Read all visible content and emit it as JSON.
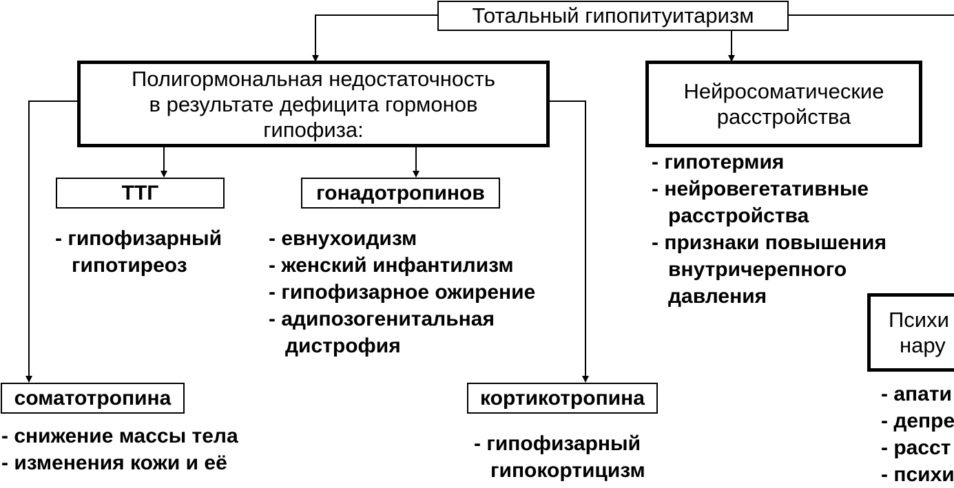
{
  "root": {
    "label": "Тотальный гипопитуитаризм"
  },
  "poly": {
    "lines": [
      "Полигормональная недостаточность",
      "в результате дефицита гормонов",
      "гипофиза:"
    ]
  },
  "neuro": {
    "lines": [
      "Нейросоматические",
      "расстройства"
    ],
    "items": [
      {
        "lines": [
          "гипотермия"
        ]
      },
      {
        "lines": [
          "нейровегетативные",
          "расстройства"
        ]
      },
      {
        "lines": [
          "признаки повышения",
          "внутричерепного",
          "давления"
        ]
      }
    ]
  },
  "psych": {
    "lines": [
      "Психи",
      "нару"
    ],
    "items": [
      "апати",
      "депре",
      "расст",
      "психи"
    ]
  },
  "ttg": {
    "label": "ТТГ",
    "items": [
      {
        "lines": [
          "гипофизарный",
          "гипотиреоз"
        ]
      }
    ]
  },
  "gonad": {
    "label": "гонадотропинов",
    "items": [
      {
        "lines": [
          "евнухоидизм"
        ]
      },
      {
        "lines": [
          "женский инфантилизм"
        ]
      },
      {
        "lines": [
          "гипофизарное ожирение"
        ]
      },
      {
        "lines": [
          "адипозогенитальная",
          "дистрофия"
        ]
      }
    ]
  },
  "somato": {
    "label": "соматотропина",
    "items": [
      "снижение массы тела",
      "изменения кожи и её"
    ]
  },
  "cortico": {
    "label": "кортикотропина",
    "items": [
      {
        "lines": [
          "гипофизарный",
          "гипокортицизм"
        ]
      }
    ]
  }
}
